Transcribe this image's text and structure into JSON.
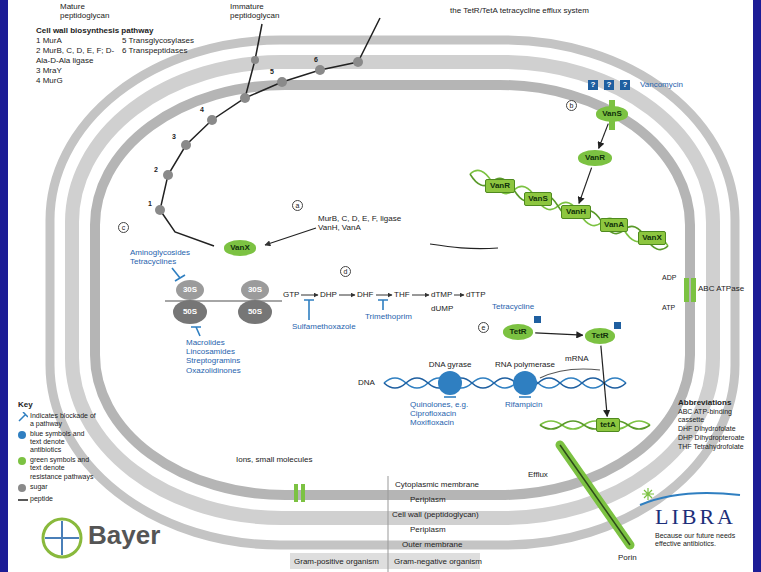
{
  "diagram": {
    "nodes": [
      {
        "text": [
          "VanS"
        ]
      },
      {
        "text": [
          "VanR"
        ]
      },
      {
        "text": [
          "VanR"
        ]
      },
      {
        "text": [
          "VanS"
        ]
      },
      {
        "text": [
          "VanH"
        ]
      },
      {
        "text": [
          "VanA"
        ]
      },
      {
        "text": [
          "VanX"
        ]
      },
      {
        "text": [
          "VanX"
        ]
      },
      {
        "text": [
          "30S"
        ]
      },
      {
        "text": [
          "50S"
        ]
      },
      {
        "text": [
          "30S"
        ]
      },
      {
        "text": [
          "50S"
        ]
      },
      {
        "text": [
          "TetR"
        ]
      },
      {
        "text": [
          "TetR"
        ]
      },
      {
        "text": [
          "tetA"
        ]
      },
      {
        "text": [
          "DNA gyrase"
        ]
      },
      {
        "text": [
          "RNA polymerase"
        ]
      }
    ],
    "edges": [
      {
        "from": 0,
        "to": 1,
        "arrow": "to"
      },
      {
        "from": 1,
        "to": 4,
        "arrow": "to"
      },
      {
        "from": 12,
        "to": 13,
        "arrow": "to"
      },
      {
        "from": 13,
        "to": 14,
        "arrow": "to"
      }
    ],
    "labels": [
      "Mature peptidoglycan",
      "Immature peptidoglycan",
      "the TetR/TetA tetracycline efflux system",
      "Cell wall biosynthesis pathway",
      "1 MurA",
      "2 MurB, C, D, E, F; D-Ala-D-Ala ligase",
      "3 MraY",
      "4 MurG",
      "5 Transglycosylases",
      "6 Transpeptidases",
      "MurB, C, D, E, F, ligase VanH, VanA",
      "Vancomycin",
      "Aminoglycosides Tetracyclines",
      "Macrolides Lincosamides Streptogramins Oxazolidinones",
      "GTP",
      "DHP",
      "DHF",
      "THF",
      "dTMP",
      "dUMP",
      "dTTP",
      "Sulfamethoxazole",
      "Trimethoprim",
      "Tetracycline",
      "ADP",
      "ATP",
      "ABC ATPase",
      "Quinolones, e.g. Ciprofloxacin Moxifloxacin",
      "Rifampicin",
      "DNA",
      "mRNA",
      "Ions, small molecules",
      "Efflux",
      "Porin",
      "a",
      "b",
      "c",
      "d",
      "e",
      "Cytoplasmic membrane",
      "Periplasm",
      "Cell wall (peptidoglycan)",
      "Periplasm",
      "Outer membrane",
      "Gram-positive organism",
      "Gram-negative organism",
      "Key",
      "Abbreviations",
      "ABC ATP-binding cassette",
      "DHF Dihydrofolate",
      "DHP Dihydropteroate",
      "THF Tetrahydrofolate",
      "Bayer",
      "LIBRA",
      "Because our future needs effective antibiotics.",
      "?",
      "?",
      "?",
      "1",
      "2",
      "3",
      "4",
      "5",
      "6"
    ],
    "legend": [
      {
        "text": "Indicates blockade of a pathway"
      },
      {
        "text": "blue symbols and text denote antibiotics",
        "color": "#2f7fc1"
      },
      {
        "text": "green symbols and text denote resistance pathways",
        "color": "#7cc242"
      },
      {
        "text": "sugar",
        "color": "#8a8a8a"
      },
      {
        "text": "peptide"
      }
    ]
  }
}
